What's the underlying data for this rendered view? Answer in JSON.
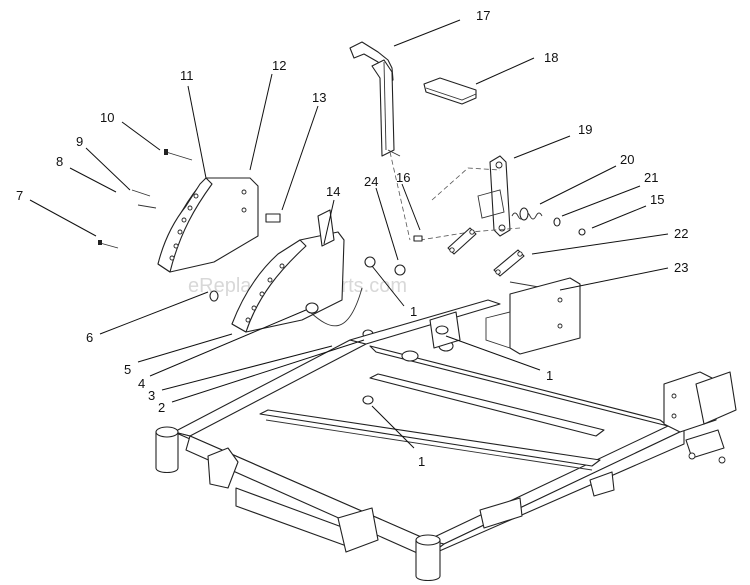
{
  "watermark": "eReplacementParts.com",
  "callouts": [
    {
      "id": "17",
      "label": "17"
    },
    {
      "id": "18",
      "label": "18"
    },
    {
      "id": "11",
      "label": "11"
    },
    {
      "id": "12",
      "label": "12"
    },
    {
      "id": "13",
      "label": "13"
    },
    {
      "id": "10",
      "label": "10"
    },
    {
      "id": "9",
      "label": "9"
    },
    {
      "id": "8",
      "label": "8"
    },
    {
      "id": "7",
      "label": "7"
    },
    {
      "id": "19",
      "label": "19"
    },
    {
      "id": "20",
      "label": "20"
    },
    {
      "id": "21",
      "label": "21"
    },
    {
      "id": "15",
      "label": "15"
    },
    {
      "id": "24",
      "label": "24"
    },
    {
      "id": "16",
      "label": "16"
    },
    {
      "id": "14",
      "label": "14"
    },
    {
      "id": "22",
      "label": "22"
    },
    {
      "id": "23",
      "label": "23"
    },
    {
      "id": "6",
      "label": "6"
    },
    {
      "id": "1a",
      "label": "1"
    },
    {
      "id": "5",
      "label": "5"
    },
    {
      "id": "4",
      "label": "4"
    },
    {
      "id": "3",
      "label": "3"
    },
    {
      "id": "2",
      "label": "2"
    },
    {
      "id": "1b",
      "label": "1"
    },
    {
      "id": "1c",
      "label": "1"
    }
  ]
}
